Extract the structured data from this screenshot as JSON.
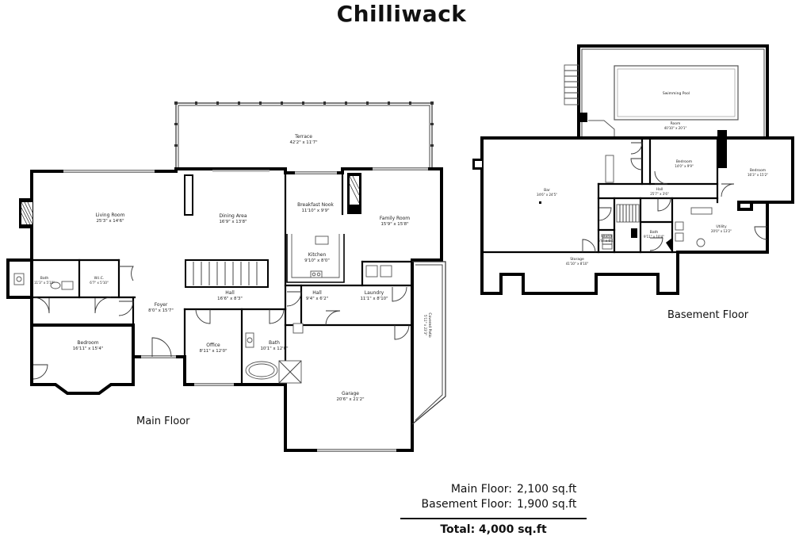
{
  "title": "Chilliwack",
  "main_floor": {
    "label": "Main Floor",
    "rooms": [
      {
        "name": "Terrace",
        "dims": "42'2\" x 11'7\""
      },
      {
        "name": "Living Room",
        "dims": "25'3\" x 14'6\""
      },
      {
        "name": "Dining Area",
        "dims": "16'9\" x 13'8\""
      },
      {
        "name": "Breakfast Nook",
        "dims": "11'10\" x 9'9\""
      },
      {
        "name": "Family Room",
        "dims": "15'9\" x 15'8\""
      },
      {
        "name": "Kitchen",
        "dims": "9'10\" x 8'0\""
      },
      {
        "name": "Bath",
        "dims": "11'3\" x 5'10\""
      },
      {
        "name": "W.I.C.",
        "dims": "6'7\" x 5'10\""
      },
      {
        "name": "Foyer",
        "dims": "8'0\" x 15'7\""
      },
      {
        "name": "Hall",
        "dims": "16'6\" x 8'3\""
      },
      {
        "name": "Hall",
        "dims": "9'4\" x 6'2\""
      },
      {
        "name": "Laundry",
        "dims": "11'1\" x 8'10\""
      },
      {
        "name": "Covered Patio",
        "dims": "5'11\" x 23'3\""
      },
      {
        "name": "Bedroom",
        "dims": "16'11\" x 15'4\""
      },
      {
        "name": "Office",
        "dims": "8'11\" x 12'0\""
      },
      {
        "name": "Bath",
        "dims": "10'1\" x 12'0\""
      },
      {
        "name": "Garage",
        "dims": "20'6\" x 21'2\""
      }
    ]
  },
  "basement_floor": {
    "label": "Basement Floor",
    "rooms": [
      {
        "name": "Swimming Pool",
        "dims": ""
      },
      {
        "name": "Room",
        "dims": "40'10\" x 20'1\""
      },
      {
        "name": "Bedroom",
        "dims": "14'0\" x 9'9\""
      },
      {
        "name": "Bedroom",
        "dims": "16'3\" x 15'2\""
      },
      {
        "name": "Bar",
        "dims": "34'6\" x 24'5\""
      },
      {
        "name": "Hall",
        "dims": "25'7\" x 3'6\""
      },
      {
        "name": "Utility",
        "dims": "20'0\" x 13'2\""
      },
      {
        "name": "Sauna",
        "dims": "5'8\" x 6'1\""
      },
      {
        "name": "Bath",
        "dims": "9'11\" x 10'4\""
      },
      {
        "name": "Storage",
        "dims": "41'10\" x 8'10\""
      }
    ]
  },
  "summary": {
    "main_label": "Main Floor:",
    "main_value": "2,100 sq.ft",
    "basement_label": "Basement Floor:",
    "basement_value": "1,900 sq.ft",
    "total": "Total: 4,000 sq.ft"
  }
}
